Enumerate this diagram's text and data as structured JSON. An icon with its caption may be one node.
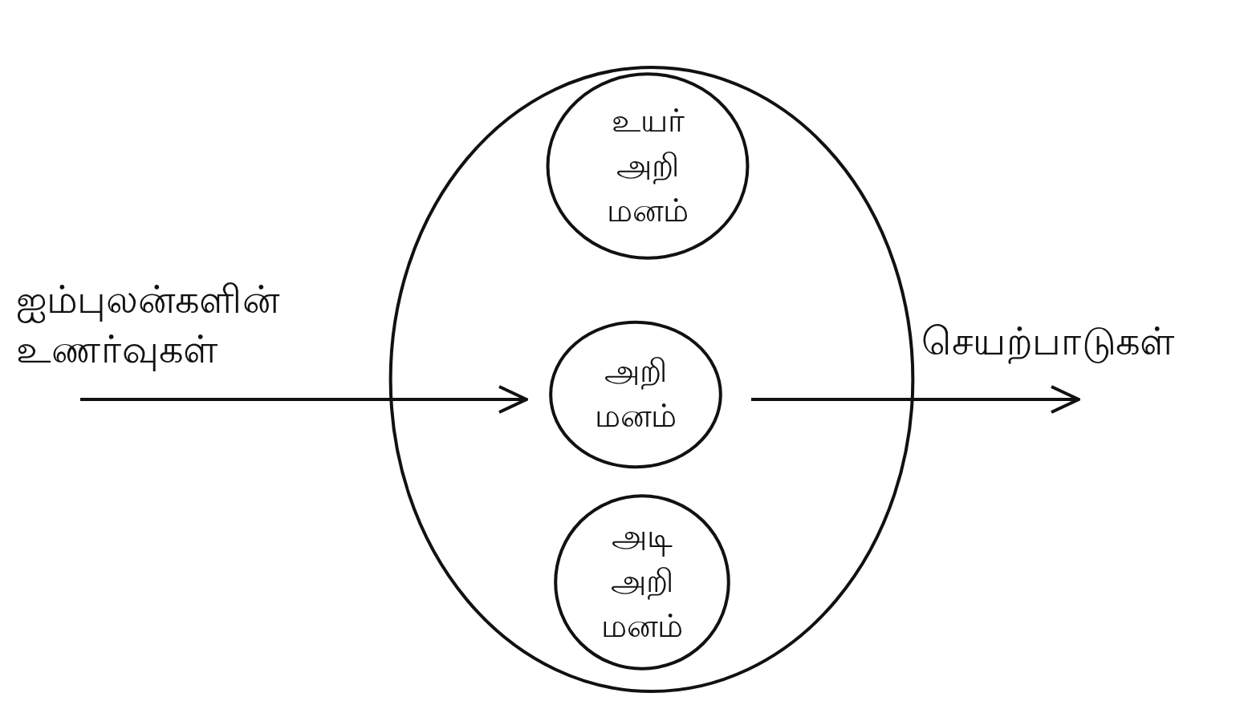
{
  "diagram": {
    "nodes": [
      {
        "text": [],
        "shape": "ellipse"
      },
      {
        "text": [
          "உயர் அறி மனம்"
        ],
        "in": 0
      },
      {
        "text": [
          "அறி மனம்"
        ],
        "in": 0
      },
      {
        "text": [
          "அடி அறி மனம்"
        ],
        "in": 0
      },
      {
        "text": [
          "ஐம்புலன்களின் உணர்வுகள்"
        ]
      },
      {
        "text": [
          "செயற்பாடுகள்"
        ]
      }
    ],
    "edges": [
      {
        "from": 4,
        "to": 2,
        "arrow": "to"
      },
      {
        "from": 2,
        "to": 5,
        "arrow": "to"
      }
    ]
  }
}
